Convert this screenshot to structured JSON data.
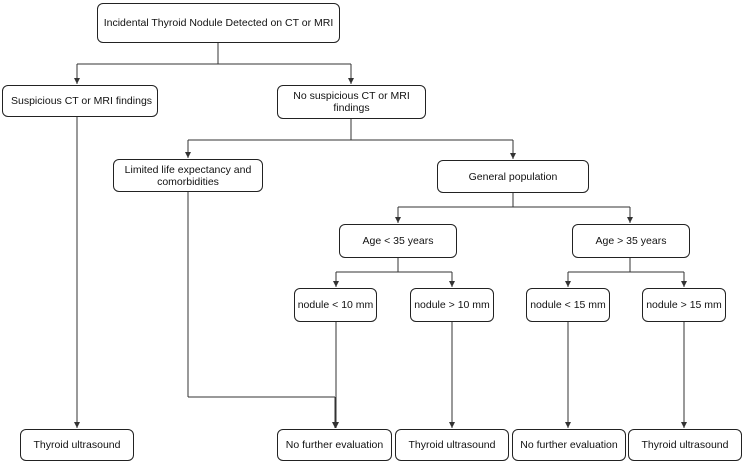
{
  "diagram": {
    "root": "Incidental Thyroid Nodule Detected on CT or MRI",
    "suspicious": "Suspicious CT or MRI findings",
    "no_suspicious": "No suspicious CT or MRI findings",
    "limited": "Limited life expectancy and comorbidities",
    "general": "General population",
    "age_lt": "Age < 35 years",
    "age_gt": "Age > 35 years",
    "nodule_lt10": "nodule < 10 mm",
    "nodule_gt10": "nodule > 10 mm",
    "nodule_lt15": "nodule < 15 mm",
    "nodule_gt15": "nodule > 15 mm",
    "outcomes": {
      "us_1": "Thyroid ultrasound",
      "no_eval_1": "No further evaluation",
      "us_2": "Thyroid ultrasound",
      "no_eval_2": "No further evaluation",
      "us_3": "Thyroid ultrasound"
    }
  }
}
